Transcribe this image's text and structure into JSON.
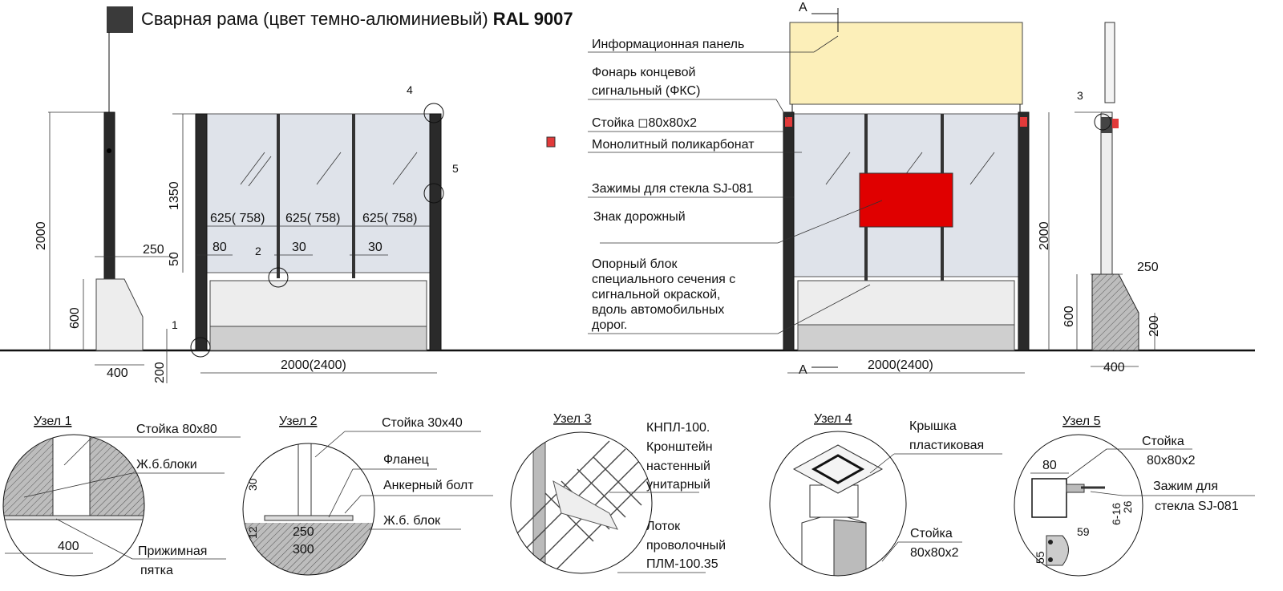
{
  "title": {
    "text": "Сварная рама (цвет темно-алюминиевый)",
    "ral": "RAL 9007"
  },
  "colors": {
    "frame": "#2a2a2a",
    "info_panel": "#fcefb9",
    "road_sign": "#e00000",
    "lamp": "#e23a3a",
    "glass": "#dfe3ea"
  },
  "left_side_view": {
    "dims": {
      "height": "2000",
      "top": "250",
      "block_h": "600",
      "width": "400",
      "depth": "200"
    }
  },
  "front_view_1": {
    "panels": [
      "625( 758)",
      "625( 758)",
      "625( 758)"
    ],
    "dims": {
      "glass_h": "1350",
      "gap": "50",
      "post": "80",
      "clamp1": "30",
      "clamp2": "30",
      "total": "2000(2400)"
    },
    "callouts": [
      "1",
      "2",
      "4",
      "5"
    ]
  },
  "front_view_2": {
    "section_mark": "А",
    "total": "2000(2400)",
    "labels": [
      "Информационная панель",
      "Фонарь концевой",
      "сигнальный (ФКС)",
      "Стойка",
      "80х80х2",
      "Монолитный поликарбонат",
      "Зажимы для  стекла SJ-081",
      "Знак дорожный",
      "Опорный блок",
      "специального сечения с",
      "сигнальной окраской,",
      "вдоль автомобильных",
      "дорог."
    ]
  },
  "right_side_view": {
    "callout": "3",
    "dims": {
      "height": "2000",
      "top": "250",
      "block_h": "600",
      "depth": "200",
      "width": "400"
    }
  },
  "details": [
    {
      "title": "Узел 1",
      "labels": [
        "Стойка 80х80",
        "Ж.б.блоки",
        "Прижимная",
        "пятка"
      ],
      "dims": [
        "400"
      ]
    },
    {
      "title": "Узел 2",
      "labels": [
        "Стойка 30х40",
        "Фланец",
        "Анкерный болт",
        "Ж.б. блок"
      ],
      "dims": [
        "30",
        "12",
        "250",
        "300"
      ]
    },
    {
      "title": "Узел 3",
      "labels": [
        "КНПЛ-100.",
        "Кронштейн",
        "настенный",
        "унитарный",
        "Лоток",
        "проволочный",
        "ПЛМ-100.35"
      ]
    },
    {
      "title": "Узел 4",
      "labels": [
        "Крышка",
        "пластиковая",
        "Стойка",
        "80х80х2"
      ]
    },
    {
      "title": "Узел 5",
      "labels": [
        "Стойка",
        "80х80х2",
        "Зажим для",
        "стекла SJ-081"
      ],
      "dims": [
        "80",
        "59",
        "55",
        "6-16",
        "26"
      ]
    }
  ]
}
